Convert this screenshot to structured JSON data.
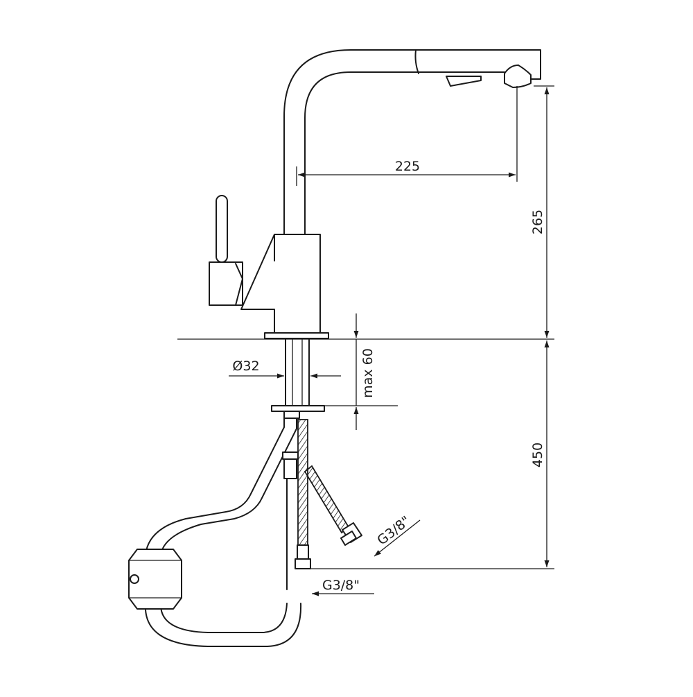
{
  "diagram": {
    "dimensions": {
      "spout_reach": "225",
      "spout_height": "265",
      "hole_diameter": "Ø32",
      "deck_thickness": "max 60",
      "hose_length": "450",
      "connection_left": "G3/8\"",
      "connection_right": "G3/8\""
    }
  }
}
